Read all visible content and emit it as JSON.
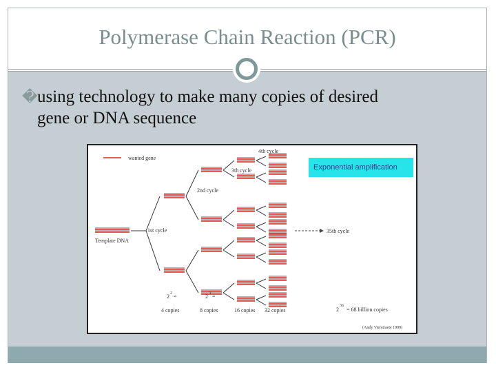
{
  "slide": {
    "title": "Polymerase Chain Reaction (PCR)",
    "bullet_mark": "�",
    "bullet_line1": "using technology to make many copies of desired",
    "bullet_line2": "gene or DNA sequence"
  },
  "figure": {
    "legend_wanted": "wanted gene",
    "template": "Template DNA",
    "cycle1": "1st cycle",
    "cycle2": "2nd cycle",
    "cycle3": "3th cycle",
    "cycle4": "4th cycle",
    "cycle35": "35th cycle",
    "amplification": "Exponential amplification",
    "count_4": "4 copies",
    "count_8": "8 copies",
    "count_16": "16 copies",
    "count_32": "32 copies",
    "count_68b": "= 68 billion copies",
    "exp_2_base": "2",
    "exp_2_pow": "2",
    "exp_3_base": "2",
    "exp_3_pow": "3",
    "exp_36_base": "2",
    "exp_36_pow": "36",
    "eq": "=",
    "credit": "(Andy Vierstraete 1999)",
    "colors": {
      "gene": "#e2231a",
      "amp_box": "#27e3ea",
      "amp_text": "#3b3a8a"
    }
  }
}
